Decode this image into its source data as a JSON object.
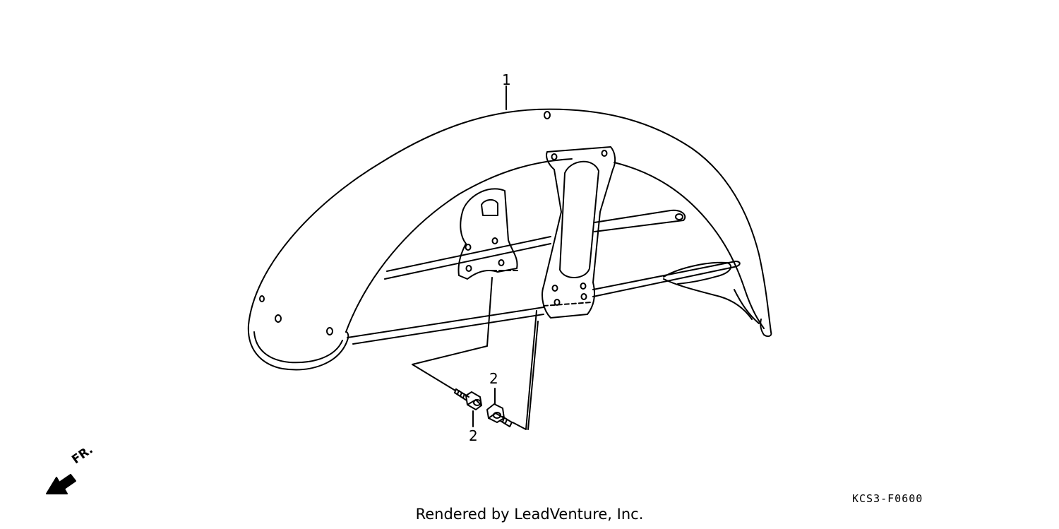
{
  "callouts": {
    "fender": "1",
    "bolt_upper": "2",
    "bolt_lower": "2"
  },
  "front_indicator": "FR.",
  "drawing_code": "KCS3-F0600",
  "credit": "Rendered by LeadVenture, Inc.",
  "colors": {
    "line": "#000000",
    "background": "#ffffff"
  }
}
